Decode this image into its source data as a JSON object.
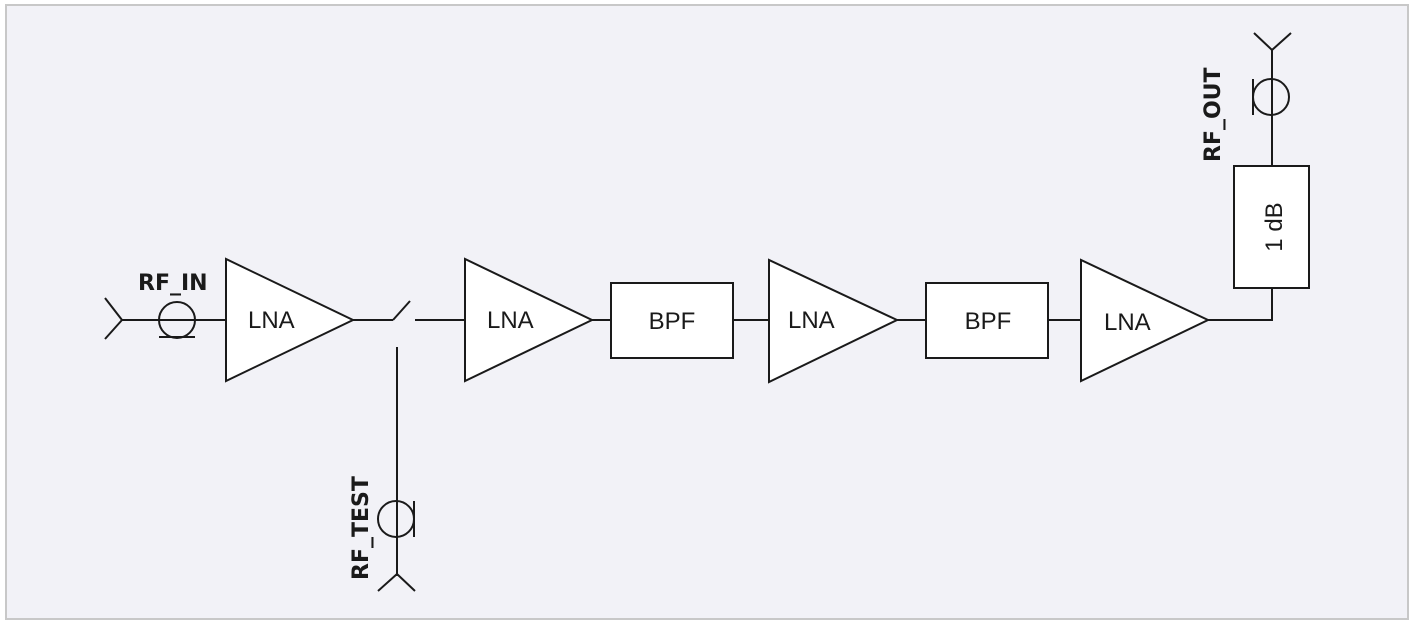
{
  "diagram": {
    "ports": {
      "rf_in": "RF_IN",
      "rf_test": "RF_TEST",
      "rf_out": "RF_OUT"
    },
    "amplifiers": [
      "LNA",
      "LNA",
      "LNA",
      "LNA"
    ],
    "filters": [
      "BPF",
      "BPF"
    ],
    "attenuator": "1 dB"
  },
  "colors": {
    "background": "#f2f2f7",
    "frame": "#c8c8c8",
    "line": "#1a1a1a",
    "block_fill": "#ffffff"
  }
}
